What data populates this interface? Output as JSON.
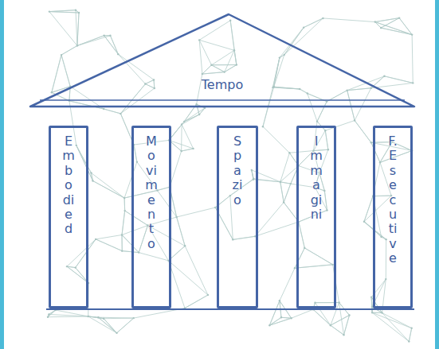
{
  "diagram": {
    "nodes": [
      {
        "text": [
          "Tempo"
        ]
      },
      {
        "text": [
          "Embodied"
        ]
      },
      {
        "text": [
          "Movimento"
        ]
      },
      {
        "text": [
          "Spazio"
        ]
      },
      {
        "text": [
          "Immagini"
        ]
      },
      {
        "text": [
          "F.Esecutive"
        ]
      }
    ]
  }
}
